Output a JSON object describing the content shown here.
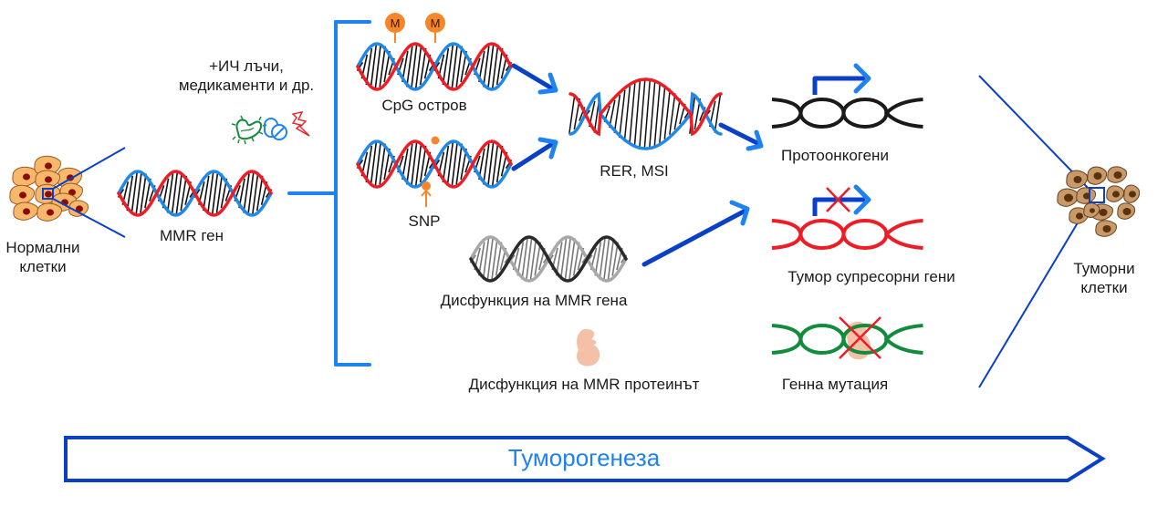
{
  "diagram": {
    "title": "Туморогенеза",
    "colors": {
      "accent_blue": "#1f82f2",
      "dark_blue": "#0a3fc8",
      "strand_red": "#ee1c25",
      "strand_blue": "#1f88e8",
      "orange": "#f5862a",
      "green": "#118c3c",
      "normal_cell": "#f8b86c",
      "normal_nucleus": "#8b0a0a",
      "tumor_cell": "#c89a6a",
      "tumor_nucleus": "#5a3210",
      "protein": "#f5c0a8"
    },
    "nodes": {
      "normal_cells": {
        "label_line1": "Нормални",
        "label_line2": "клетки",
        "icon": "cell-cluster-icon"
      },
      "mmr_gene": {
        "label": "MMR ген",
        "icon": "dna-helix-icon"
      },
      "external_factors": {
        "label_line1": "+ИЧ лъчи,",
        "label_line2": "медикаменти и др.",
        "icons": [
          "bacteria-icon",
          "pill-icon",
          "lightning-icon"
        ]
      },
      "cpg_island": {
        "label": "CpG остров",
        "marker": "M"
      },
      "snp": {
        "label": "SNP"
      },
      "mmr_gene_dysfunction": {
        "label": "Дисфункция на MMR гена"
      },
      "mmr_protein_dysfunction": {
        "label": "Дисфункция на MMR протеинът"
      },
      "rer_msi": {
        "label": "RER, MSI"
      },
      "protooncogenes": {
        "label": "Протоонкогени"
      },
      "tumor_suppressor_genes": {
        "label": "Тумор супресорни гени"
      },
      "gene_mutation": {
        "label": "Генна мутация"
      },
      "tumor_cells": {
        "label_line1": "Туморни",
        "label_line2": "клетки",
        "icon": "tumor-cell-cluster-icon"
      }
    },
    "flow": [
      [
        "cpg_island",
        "rer_msi"
      ],
      [
        "snp",
        "rer_msi"
      ],
      [
        "rer_msi",
        "protooncogenes"
      ],
      [
        "mmr_gene_dysfunction",
        "tumor_suppressor_genes"
      ]
    ]
  }
}
